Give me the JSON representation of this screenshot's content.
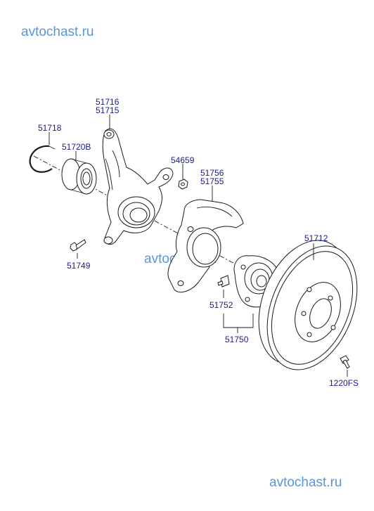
{
  "watermark": "avtochast.ru",
  "labels": {
    "knuckle_lh": "51716",
    "knuckle_rh": "51715",
    "snap_ring": "51718",
    "bearing": "51720B",
    "nut": "54659",
    "cover_lh": "51756",
    "cover_rh": "51755",
    "bolt": "51749",
    "disc": "51712",
    "hub_bolt": "51752",
    "hub_assy": "51750",
    "screw": "1220FS"
  }
}
